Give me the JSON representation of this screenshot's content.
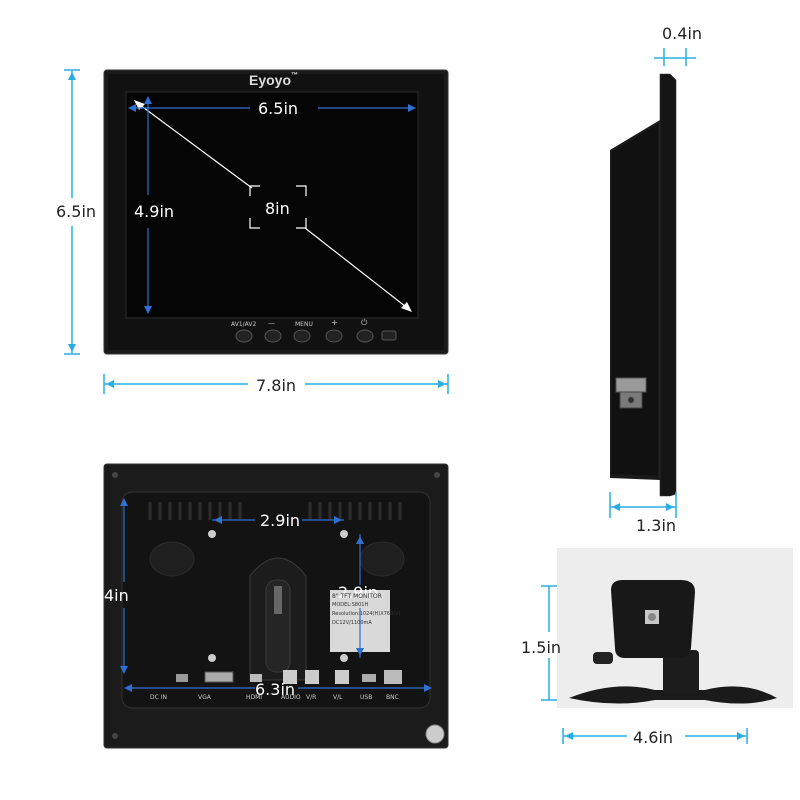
{
  "front": {
    "brand": "Eyoyo",
    "brand_tm": "™",
    "width": "7.8in",
    "height": "6.5in",
    "screen_width": "6.5in",
    "screen_height": "4.9in",
    "diagonal": "8in",
    "buttons": [
      "AV1/AV2",
      "—",
      "MENU",
      "+",
      "⏻"
    ]
  },
  "side": {
    "depth_top": "0.4in",
    "depth_total": "1.3in"
  },
  "back": {
    "mount_width": "2.9in",
    "mount_height": "2.9in",
    "height": "4in",
    "width": "6.3in",
    "label_lines": [
      "8\" TFT MONITOR",
      "MODEL:S801H",
      "Resolution:1024(H)X768(V)",
      "DC12V/1100mA"
    ],
    "ports": [
      "DC  IN",
      "VGA",
      "HDMI",
      "AUDIO",
      "V/R",
      "V/L",
      "USB",
      "BNC"
    ]
  },
  "stand": {
    "height": "1.5in",
    "width": "4.6in"
  },
  "colors": {
    "bezel": "#1b1b1b",
    "screen": "#050505",
    "dimension_line": "#29aee3",
    "screen_dimension": "#3070d0",
    "photo_bg": "#ededed"
  }
}
